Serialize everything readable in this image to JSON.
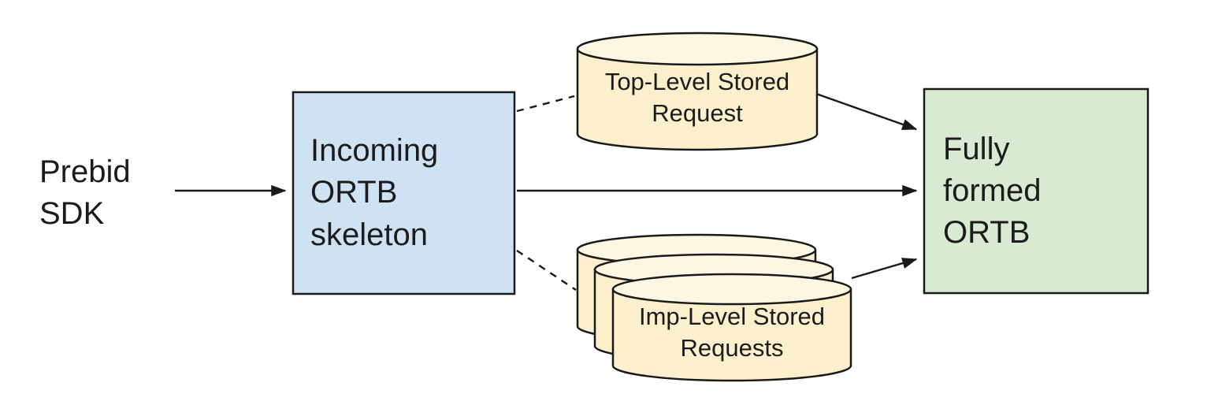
{
  "diagram": {
    "type": "flow-diagram",
    "background": "#ffffff",
    "stroke_color": "#1a1a1a",
    "text_color": "#1c1c1c",
    "nodes": {
      "prebid_sdk": {
        "label": "Prebid\nSDK",
        "shape": "text"
      },
      "incoming_ortb": {
        "label": "Incoming\nORTB\nskeleton",
        "shape": "rectangle",
        "fill": "#cfe2f3"
      },
      "top_level_stored_request": {
        "label": "Top-Level Stored\nRequest",
        "shape": "cylinder",
        "fill": "#fbf0cb",
        "fill_top": "#fdf6e0"
      },
      "imp_level_stored_requests": {
        "label": "Imp-Level Stored\nRequests",
        "shape": "stacked-cylinders",
        "count": 3,
        "fill": "#fbf0cb",
        "fill_top": "#fdf6e0"
      },
      "fully_formed_ortb": {
        "label": "Fully\nformed\nORTB",
        "shape": "rectangle",
        "fill": "#d9ead3"
      }
    },
    "edges": [
      {
        "from": "prebid_sdk",
        "to": "incoming_ortb",
        "style": "solid",
        "arrowhead": true
      },
      {
        "from": "incoming_ortb",
        "to": "top_level_stored_request",
        "style": "dashed",
        "arrowhead": false
      },
      {
        "from": "incoming_ortb",
        "to": "fully_formed_ortb",
        "style": "solid",
        "arrowhead": true
      },
      {
        "from": "incoming_ortb",
        "to": "imp_level_stored_requests",
        "style": "dashed",
        "arrowhead": false
      },
      {
        "from": "top_level_stored_request",
        "to": "fully_formed_ortb",
        "style": "solid",
        "arrowhead": true
      },
      {
        "from": "imp_level_stored_requests",
        "to": "fully_formed_ortb",
        "style": "solid",
        "arrowhead": true
      }
    ]
  }
}
